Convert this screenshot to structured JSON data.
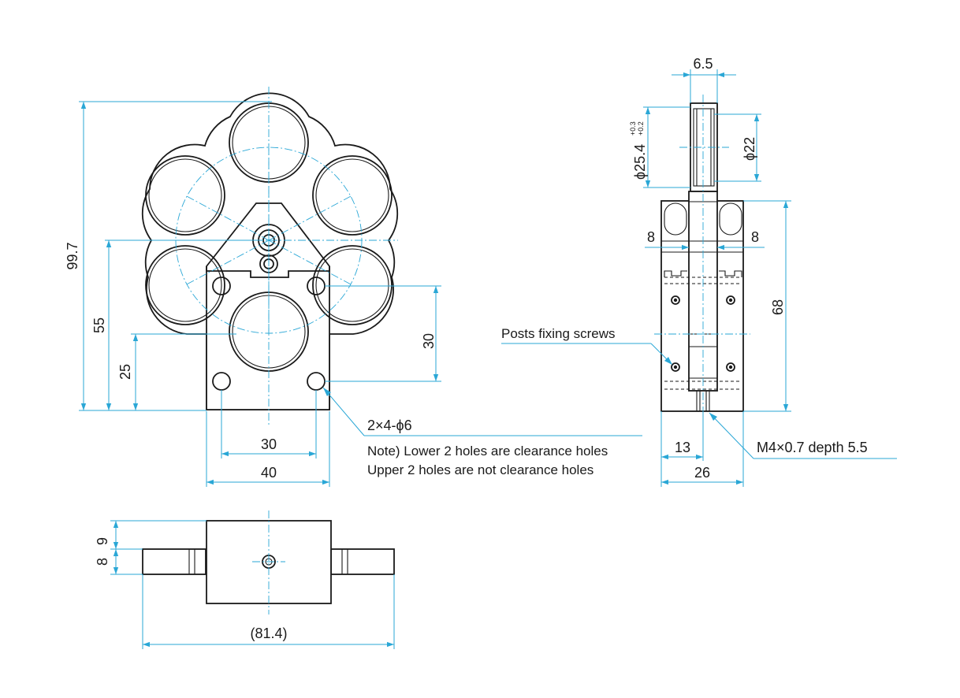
{
  "front_view": {
    "dim_height_total": "99.7",
    "dim_height_center": "55",
    "dim_height_lower": "25",
    "dim_hole_pitch_vertical": "30",
    "dim_hole_pitch_horizontal": "30",
    "dim_base_width": "40",
    "hole_callout": "2×4-ϕ6",
    "note_line1": "Note) Lower 2 holes are clearance holes",
    "note_line2": "Upper 2 holes are not clearance holes"
  },
  "side_view": {
    "dim_thickness": "6.5",
    "dim_outer_dia": "ϕ25.4",
    "tol_upper": "+0.3",
    "tol_lower": "+0.2",
    "dim_inner_dia": "ϕ22",
    "dim_left_offset": "8",
    "dim_right_offset": "8",
    "dim_height": "68",
    "posts_label": "Posts fixing screws",
    "dim_tap_offset": "13",
    "dim_width": "26",
    "tap_callout": "M4×0.7 depth 5.5"
  },
  "top_view": {
    "dim_upper": "9",
    "dim_lower": "8",
    "dim_overall": "(81.4)"
  },
  "colors": {
    "line": "#1a1a1a",
    "dimension": "#2aa7d6",
    "background": "#ffffff"
  }
}
